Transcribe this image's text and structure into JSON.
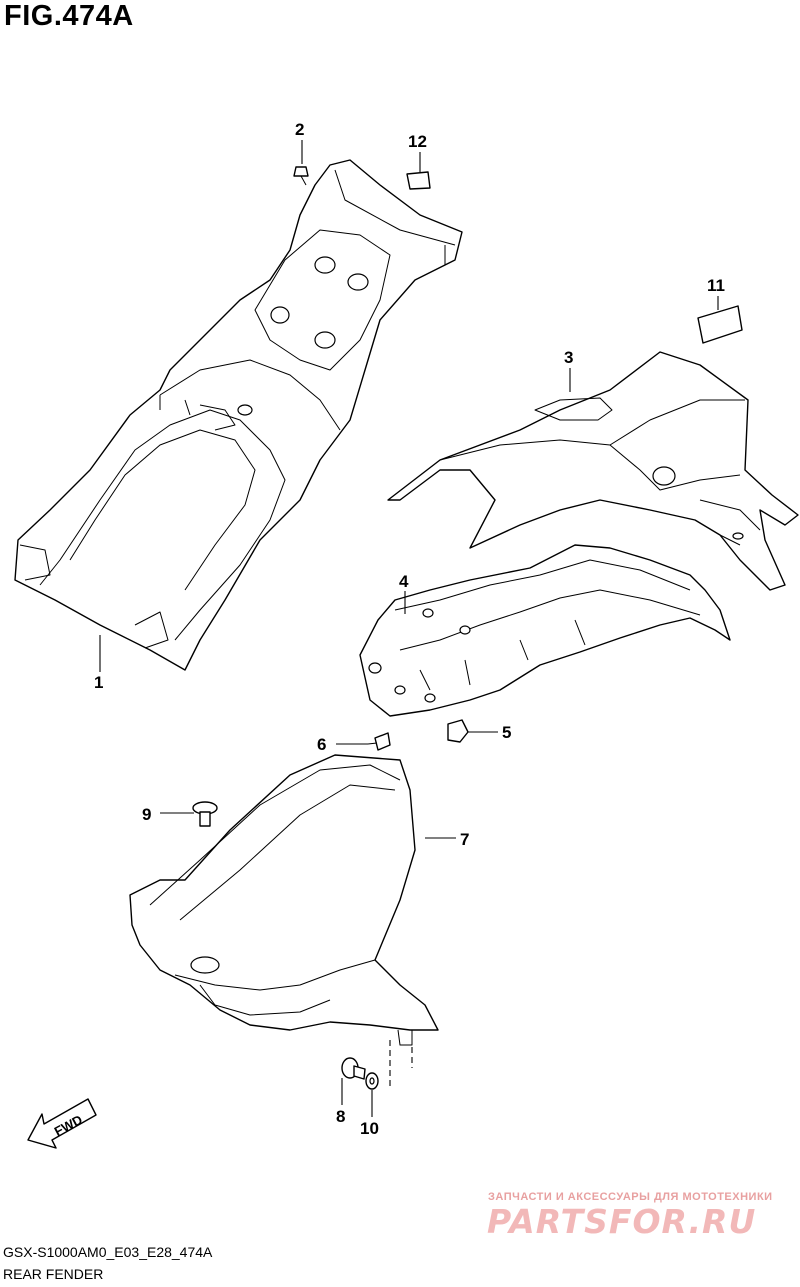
{
  "figure": {
    "title": "FIG.474A",
    "code": "GSX-S1000AM0_E03_E28_474A",
    "name": "REAR FENDER"
  },
  "callouts": [
    "1",
    "2",
    "3",
    "4",
    "5",
    "6",
    "7",
    "8",
    "9",
    "10",
    "11",
    "12"
  ],
  "fwd_label": "FWD",
  "watermark": {
    "tagline": "ЗАПЧАСТИ И АКСЕССУАРЫ ДЛЯ МОТОТЕХНИКИ",
    "logo": "PARTSFOR.RU"
  },
  "icons": {
    "fwd_arrow": "fwd-arrow-icon"
  }
}
